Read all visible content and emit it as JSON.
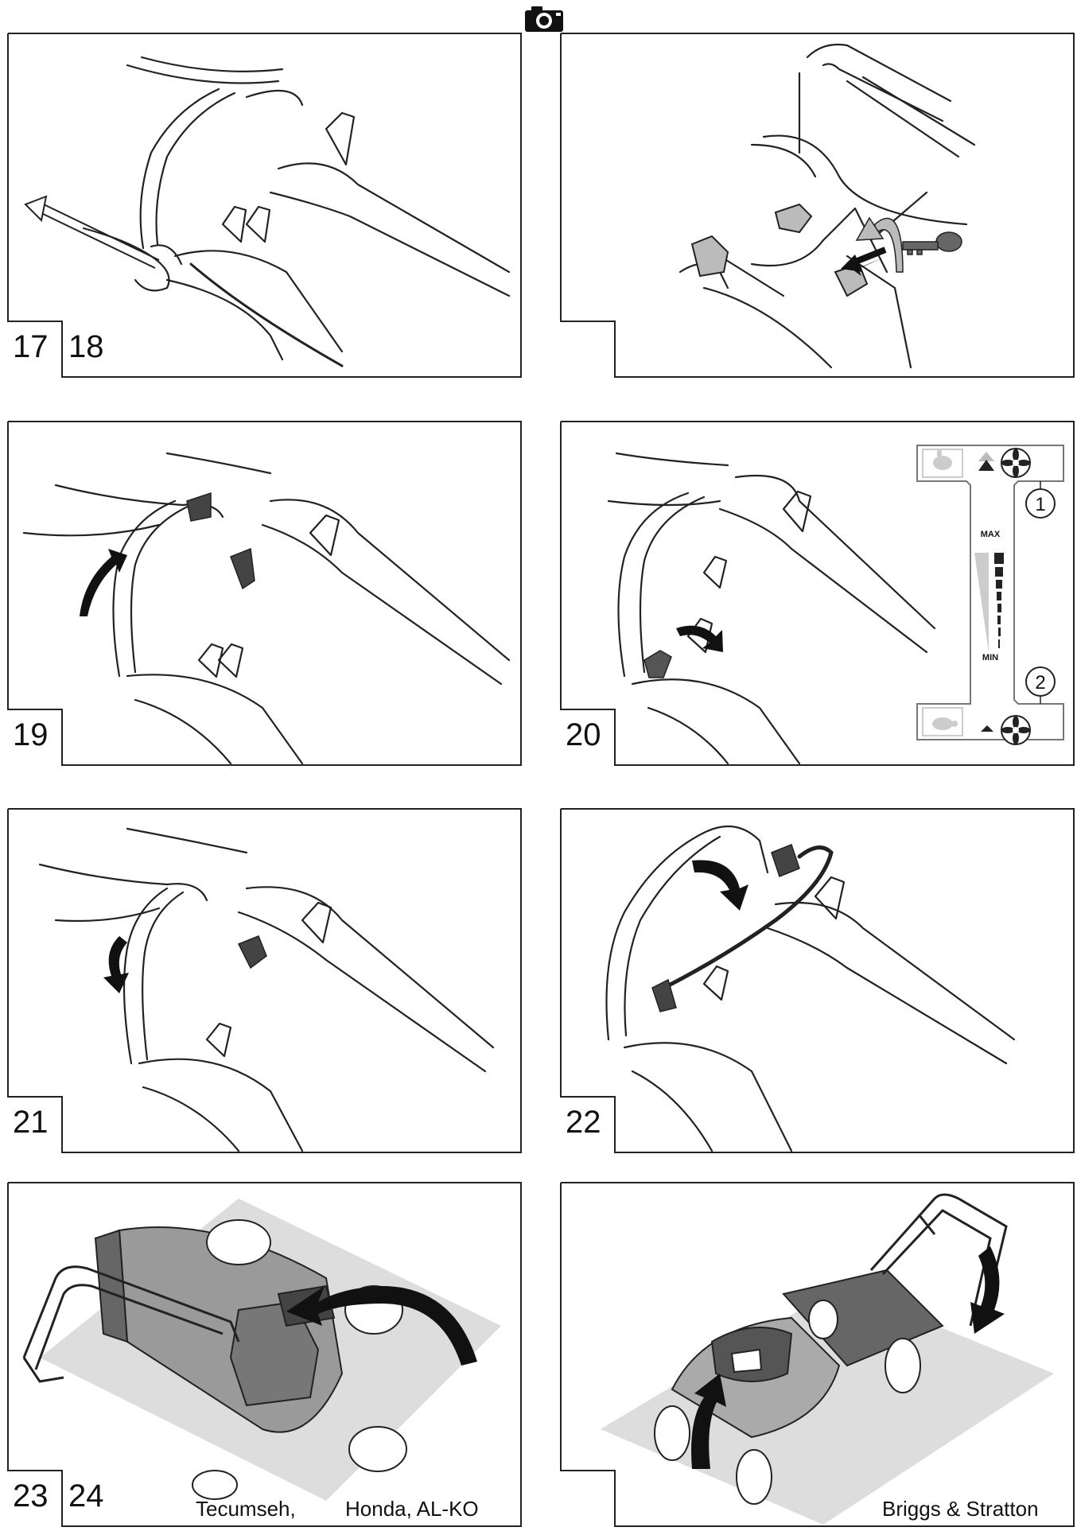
{
  "page": {
    "header_icon": "camera-icon",
    "figures": [
      {
        "label": "17",
        "type": "handle-cable-pull"
      },
      {
        "label": "18",
        "type": "key-insert"
      },
      {
        "label": "19",
        "type": "handle-lever-up"
      },
      {
        "label": "20",
        "type": "throttle-lever"
      },
      {
        "label": "21",
        "type": "handle-lever-down"
      },
      {
        "label": "22",
        "type": "bail-press"
      },
      {
        "label": "23",
        "type": "tilt-side"
      },
      {
        "label": "24",
        "type": "tilt-back"
      }
    ],
    "captions": {
      "left_a": "Tecumseh,",
      "left_b": "Honda, AL-KO",
      "right": "Briggs & Stratton"
    },
    "throttle_gauge": {
      "max_label": "MAX",
      "min_label": "MIN",
      "marker_1": "1",
      "marker_2": "2",
      "top_icon": "hare-icon",
      "bottom_icon": "turtle-icon",
      "fan_icon": "fan-icon"
    }
  }
}
